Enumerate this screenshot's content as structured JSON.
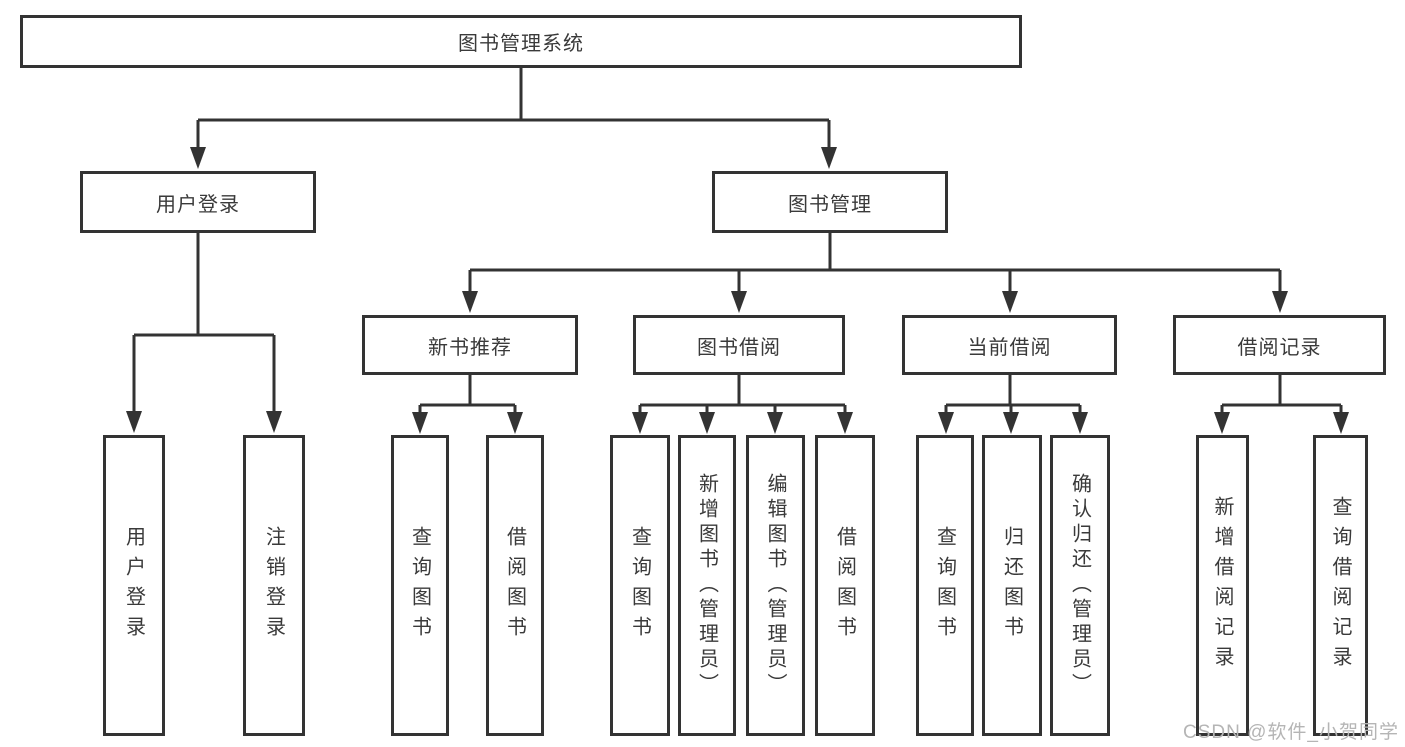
{
  "title": "图书管理系统",
  "tree": {
    "label": "图书管理系统",
    "children": [
      {
        "label": "用户登录",
        "children": [
          {
            "label": "用户登录"
          },
          {
            "label": "注销登录"
          }
        ]
      },
      {
        "label": "图书管理",
        "children": [
          {
            "label": "新书推荐",
            "children": [
              {
                "label": "查询图书"
              },
              {
                "label": "借阅图书"
              }
            ]
          },
          {
            "label": "图书借阅",
            "children": [
              {
                "label": "查询图书"
              },
              {
                "label": "新增图书（管理员）"
              },
              {
                "label": "编辑图书（管理员）"
              },
              {
                "label": "借阅图书"
              }
            ]
          },
          {
            "label": "当前借阅",
            "children": [
              {
                "label": "查询图书"
              },
              {
                "label": "归还图书"
              },
              {
                "label": "确认归还（管理员）"
              }
            ]
          },
          {
            "label": "借阅记录",
            "children": [
              {
                "label": "新增借阅记录"
              },
              {
                "label": "查询借阅记录"
              }
            ]
          }
        ]
      }
    ]
  },
  "watermark": "CSDN @软件_小贺同学",
  "colors": {
    "line": "#333333",
    "border": "#333333",
    "text": "#3a3a3a",
    "watermark": "#b5b5b5",
    "background": "#ffffff"
  }
}
